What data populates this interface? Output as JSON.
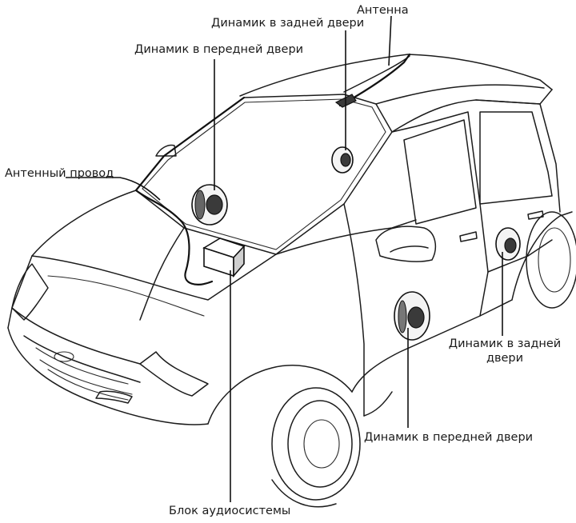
{
  "labels": {
    "antenna": "Антенна",
    "rear_door_speaker_top": "Динамик в задней двери",
    "front_door_speaker_top": "Динамик в передней двери",
    "antenna_wire": "Антенный провод",
    "rear_door_speaker_right_line1": "Динамик в задней",
    "rear_door_speaker_right_line2": "двери",
    "front_door_speaker_bottom": "Динамик в передней двери",
    "audio_unit": "Блок аудиосистемы"
  }
}
